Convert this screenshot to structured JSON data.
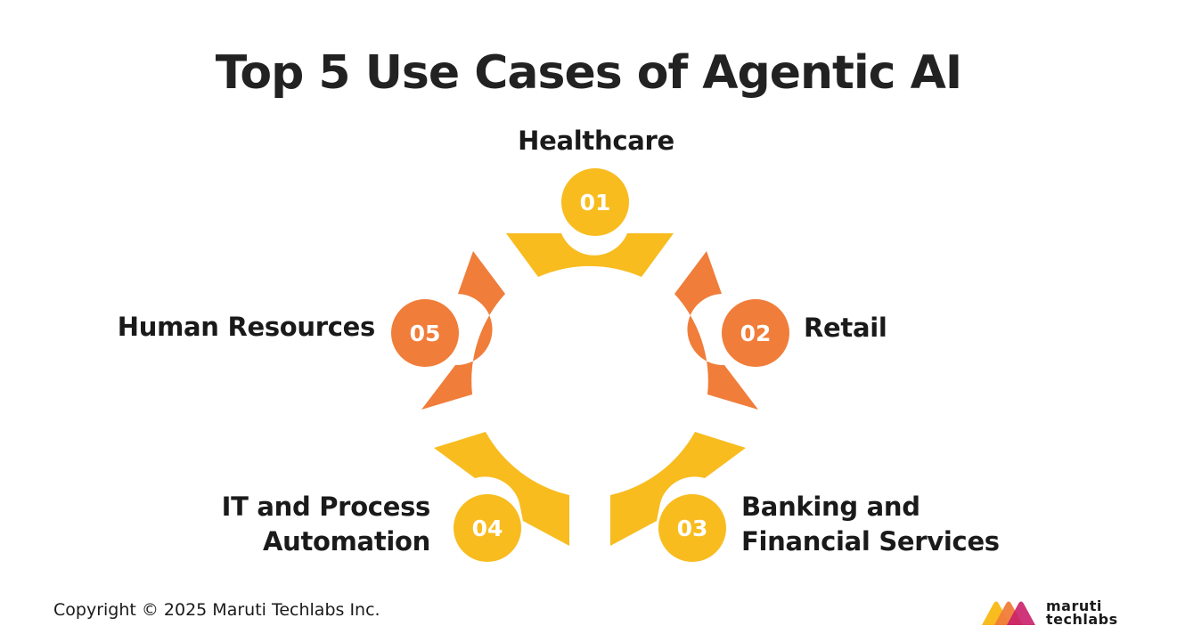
{
  "title": "Top 5 Use Cases of Agentic AI",
  "colors": {
    "yellow": "#F8BC1F",
    "orange": "#F07D3A",
    "text": "#1A1A1A"
  },
  "items": [
    {
      "number": "01",
      "label": "Healthcare",
      "color": "#F8BC1F"
    },
    {
      "number": "02",
      "label": "Retail",
      "color": "#F07D3A"
    },
    {
      "number": "03",
      "label_line1": "Banking and",
      "label_line2": "Financial Services",
      "color": "#F8BC1F"
    },
    {
      "number": "04",
      "label_line1": "IT and Process",
      "label_line2": "Automation",
      "color": "#F8BC1F"
    },
    {
      "number": "05",
      "label": "Human Resources",
      "color": "#F07D3A"
    }
  ],
  "footer": {
    "copyright": "Copyright © 2025 Maruti Techlabs Inc."
  },
  "logo": {
    "line1": "maruti",
    "line2": "techlabs"
  }
}
